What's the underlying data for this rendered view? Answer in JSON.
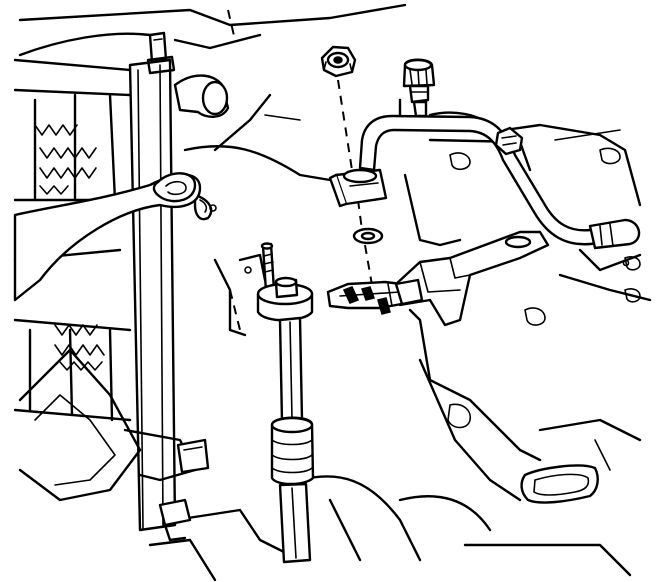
{
  "diagram": {
    "kind": "exploded-view line drawing",
    "components": [
      {
        "id": "radiator",
        "icon": "radiator-icon"
      },
      {
        "id": "hex-nut",
        "icon": "nut-icon"
      },
      {
        "id": "washer",
        "icon": "washer-icon"
      },
      {
        "id": "refrigerant-line-upper",
        "icon": "pipe-icon"
      },
      {
        "id": "line-fitting-block",
        "icon": "fitting-icon"
      },
      {
        "id": "mounting-stud",
        "icon": "stud-icon"
      },
      {
        "id": "refrigerant-line-lower",
        "icon": "hose-icon"
      },
      {
        "id": "service-port-cap",
        "icon": "valve-cap-icon"
      },
      {
        "id": "mounting-bracket",
        "icon": "bracket-icon"
      },
      {
        "id": "retaining-clip",
        "icon": "clip-icon"
      },
      {
        "id": "inlet-hose",
        "icon": "hose-icon"
      }
    ],
    "colors": {
      "line": "#000000",
      "background": "#ffffff"
    }
  }
}
